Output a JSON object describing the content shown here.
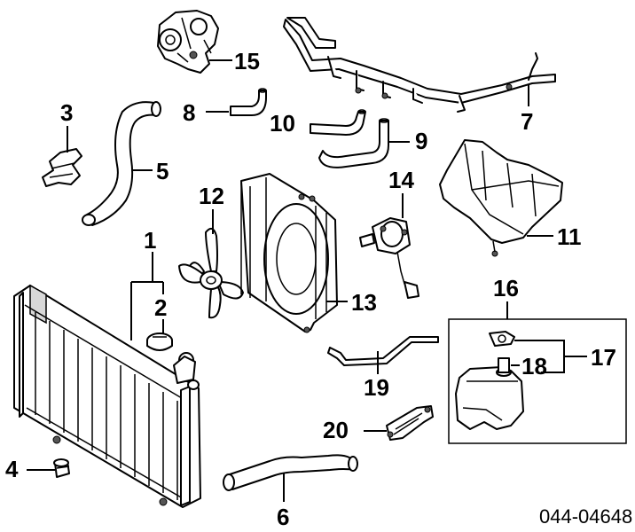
{
  "callouts": {
    "c1": "1",
    "c2": "2",
    "c3": "3",
    "c4": "4",
    "c5": "5",
    "c6": "6",
    "c7": "7",
    "c8": "8",
    "c9": "9",
    "c10": "10",
    "c11": "11",
    "c12": "12",
    "c13": "13",
    "c14": "14",
    "c15": "15",
    "c16": "16",
    "c17": "17",
    "c18": "18",
    "c19": "19",
    "c20": "20"
  },
  "diagram_code": "044-04648"
}
